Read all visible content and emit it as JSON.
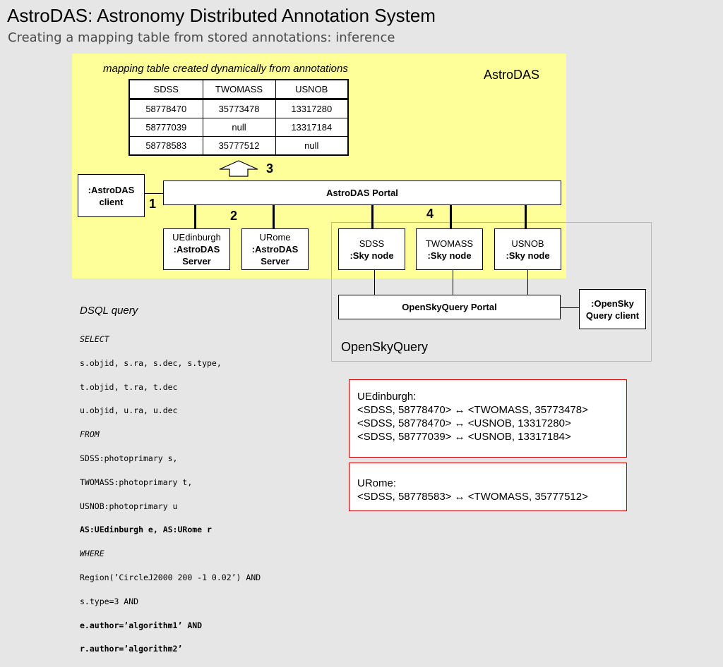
{
  "slide": {
    "title": "AstroDAS: Astronomy Distributed Annotation System",
    "subtitle": "Creating a mapping table from stored annotations: inference"
  },
  "diagram": {
    "caption": "mapping table created dynamically from annotations",
    "astrodas_label": "AstroDAS",
    "mapping_table": {
      "headers": [
        "SDSS",
        "TWOMASS",
        "USNOB"
      ],
      "rows": [
        [
          "58778470",
          "35773478",
          "13317280"
        ],
        [
          "58777039",
          "null",
          "13317184"
        ],
        [
          "58778583",
          "35777512",
          "null"
        ]
      ]
    },
    "step_labels": [
      "1",
      "2",
      "3",
      "4"
    ],
    "astrodas_client": ":AstroDAS client",
    "astrodas_portal": "AstroDAS Portal",
    "servers": [
      {
        "name": "UEdinburgh",
        "role": ":AstroDAS Server"
      },
      {
        "name": "URome",
        "role": ":AstroDAS Server"
      }
    ],
    "sky_nodes": [
      {
        "name": "SDSS",
        "role": ":Sky node"
      },
      {
        "name": "TWOMASS",
        "role": ":Sky node"
      },
      {
        "name": "USNOB",
        "role": ":Sky node"
      }
    ],
    "opensky_portal": "OpenSkyQuery Portal",
    "opensky_client": ":OpenSky Query client",
    "opensky_label": "OpenSkyQuery"
  },
  "dsql": {
    "title": "DSQL query",
    "lines": [
      "SELECT",
      "s.objid, s.ra, s.dec, s.type,",
      "t.objid, t.ra, t.dec",
      "u.objid, u.ra, u.dec",
      "FROM",
      "SDSS:photoprimary s,",
      "TWOMASS:photoprimary t,",
      "USNOB:photoprimary u",
      "AS:UEdinburgh e, AS:URome r",
      "WHERE",
      "Region(’CircleJ2000 200 -1 0.02’) AND",
      "s.type=3 AND",
      "e.author=’algorithm1’ AND",
      "r.author=’algorithm2’"
    ]
  },
  "annotations": {
    "uedinburgh": {
      "heading": "UEdinburgh:",
      "lines": [
        "<SDSS, 58778470> ↔ <TWOMASS, 35773478>",
        "<SDSS, 58778470> ↔ <USNOB, 13317280>",
        "<SDSS, 58777039> ↔ <USNOB, 13317184>"
      ]
    },
    "urome": {
      "heading": "URome:",
      "lines": [
        "<SDSS, 58778583> ↔ <TWOMASS, 35777512>"
      ]
    }
  },
  "colors": {
    "astrodas_area": "#ffff99",
    "background": "#e6e6e6",
    "annotation_border": "#d00000"
  }
}
